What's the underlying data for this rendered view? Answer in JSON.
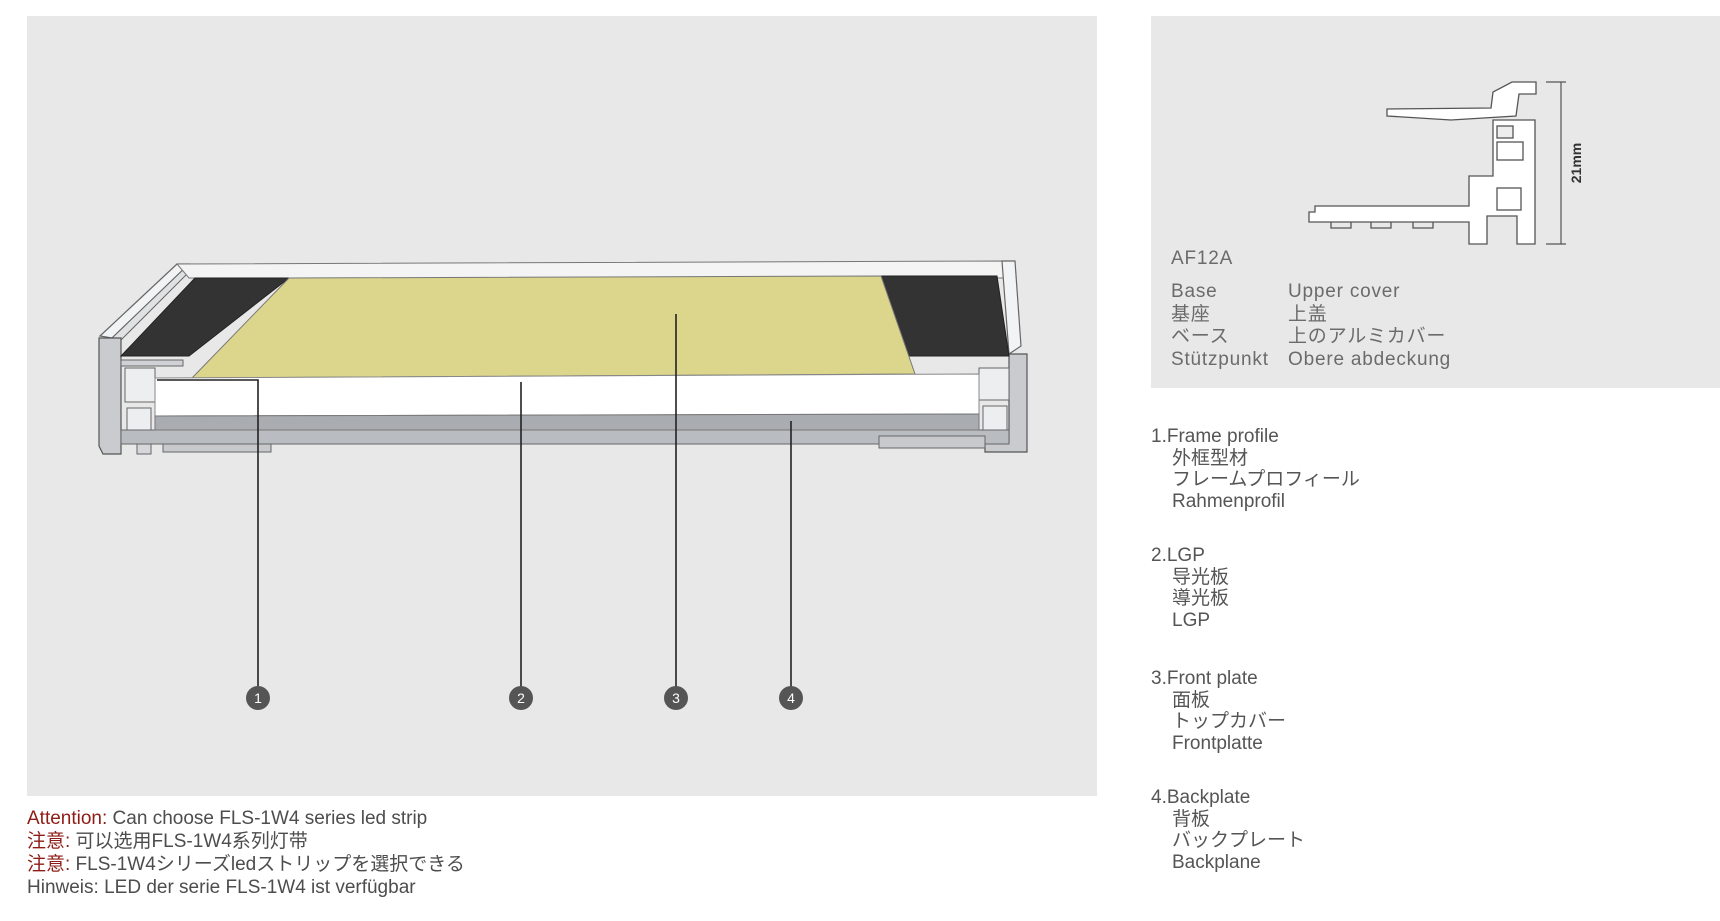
{
  "profile": {
    "model": "AF12A",
    "dimension_label": "21mm",
    "parts": [
      {
        "en": "Base",
        "zh": "基座",
        "ja": "ベース",
        "de": "Stützpunkt"
      },
      {
        "en": "Upper cover",
        "zh": "上盖",
        "ja": "上のアルミカバー",
        "de": "Obere abdeckung"
      }
    ]
  },
  "markers": [
    "1",
    "2",
    "3",
    "4"
  ],
  "components": [
    {
      "title": "1.Frame profile",
      "zh": "外框型材",
      "ja": "フレームプロフィール",
      "de": "Rahmenprofil"
    },
    {
      "title": "2.LGP",
      "zh": "导光板",
      "ja": "導光板",
      "de": "LGP"
    },
    {
      "title": "3.Front plate",
      "zh": "面板",
      "ja": "トップカバー",
      "de": "Frontplatte"
    },
    {
      "title": "4.Backplate",
      "zh": "背板",
      "ja": "バックプレート",
      "de": "Backplane"
    }
  ],
  "attention": {
    "line1_label": "Attention:",
    "line1_text": " Can choose FLS-1W4 series led strip",
    "line2_label": "注意:",
    "line2_text": "  可以选用FLS-1W4系列灯带",
    "line3_label": "注意:",
    "line3_text": "  FLS-1W4シリーズledストリップを選択できる",
    "line4_text": "Hinweis: LED der serie FLS-1W4 ist verfügbar"
  },
  "colors": {
    "panel_bg": "#e8e8e9",
    "front_plate": "#dcd68c",
    "dark_block": "#333333",
    "marker_fill": "#555555",
    "attention_red": "#8e1c16"
  }
}
